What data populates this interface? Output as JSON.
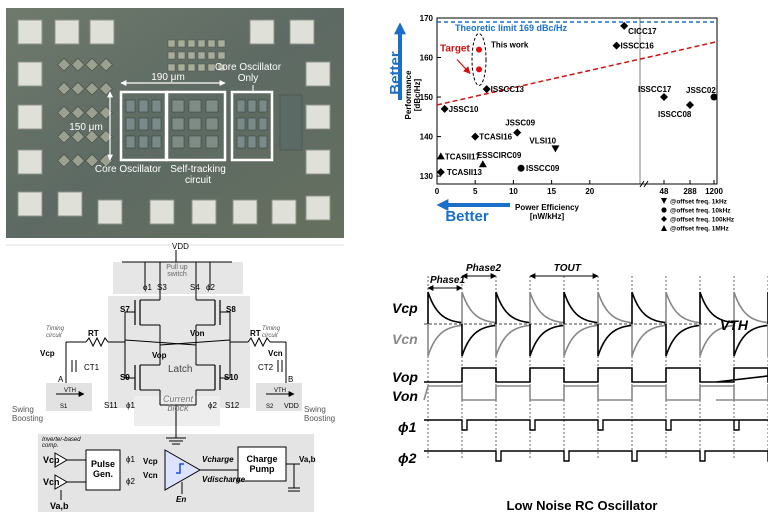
{
  "caption": "Low Noise RC Oscillator",
  "die_photo": {
    "dim_width": "190 μm",
    "dim_height": "150 μm",
    "label_core_only": "Core Oscillator\nOnly",
    "label_core": "Core Oscillator",
    "label_tracking": "Self-tracking\ncircuit"
  },
  "chart_data": {
    "type": "scatter",
    "ylabel": "Performance\n[dBc/Hz]",
    "xlabel": "Power Efficiency\n[nW/kHz]",
    "y_ticks": [
      "130",
      "140",
      "150",
      "160",
      "170"
    ],
    "x_ticks": [
      "0",
      "5",
      "10",
      "15",
      "20",
      "48",
      "288",
      "1200"
    ],
    "ylim": [
      128,
      170
    ],
    "limit_line": {
      "value": 169,
      "label": "Theoretic limit 169 dBc/Hz"
    },
    "better_y": "Better",
    "better_x": "Better",
    "target_label": "Target",
    "this_work_label": "This work",
    "points": [
      {
        "label": "CICC17",
        "x": 24.5,
        "y": 168,
        "marker": "diamond"
      },
      {
        "label": "ISSCC16",
        "x": 23.5,
        "y": 163,
        "marker": "diamond"
      },
      {
        "label": "ISSCC17",
        "x": 48,
        "y": 150,
        "marker": "diamond"
      },
      {
        "label": "JSSC02",
        "x": 1200,
        "y": 150,
        "marker": "circle"
      },
      {
        "label": "ISSCC08",
        "x": 288,
        "y": 148,
        "marker": "diamond"
      },
      {
        "label": "ISSCC13",
        "x": 6.5,
        "y": 152,
        "marker": "diamond"
      },
      {
        "label": "JSSC10",
        "x": 1,
        "y": 147,
        "marker": "diamond"
      },
      {
        "label": "JSSC09",
        "x": 10.5,
        "y": 141,
        "marker": "diamond"
      },
      {
        "label": "TCASI16",
        "x": 5,
        "y": 140,
        "marker": "diamond"
      },
      {
        "label": "VLSI10",
        "x": 15.5,
        "y": 137,
        "marker": "triangle-down"
      },
      {
        "label": "TCASII17",
        "x": 0.5,
        "y": 135,
        "marker": "triangle-up"
      },
      {
        "label": "ESSCIRC09",
        "x": 6,
        "y": 133,
        "marker": "triangle-up"
      },
      {
        "label": "ISSCC09",
        "x": 11,
        "y": 132,
        "marker": "circle"
      },
      {
        "label": "TCASII13",
        "x": 0.5,
        "y": 131,
        "marker": "diamond"
      }
    ],
    "this_work_points": [
      {
        "x": 5.5,
        "y": 162
      },
      {
        "x": 5.5,
        "y": 157
      }
    ],
    "legend": [
      {
        "marker": "triangle-down",
        "text": "@offset freq. 1kHz"
      },
      {
        "marker": "circle",
        "text": "@offset freq. 10kHz"
      },
      {
        "marker": "diamond",
        "text": "@offset freq. 100kHz"
      },
      {
        "marker": "triangle-up",
        "text": "@offset freq. 1MHz"
      }
    ]
  },
  "schematic": {
    "vdd_top": "VDD",
    "pull_up_switch": "Pull up\nswitch",
    "phi1": "ϕ1",
    "phi2": "ϕ2",
    "s3": "S3",
    "s4": "S4",
    "s7": "S7",
    "s8": "S8",
    "s9": "S9",
    "s10": "S10",
    "s11": "S11",
    "s12": "S12",
    "s1": "S1",
    "s2": "S2",
    "vop": "Vop",
    "von": "Von",
    "latch": "Latch",
    "current_block": "Current\nblock",
    "timing_circuit": "Timing\ncircuit",
    "rt": "RT",
    "ct1": "CT1",
    "ct2": "CT2",
    "vcp": "Vcp",
    "vcn": "Vcn",
    "node_a": "A",
    "node_b": "B",
    "vdd_bottom": "VDD",
    "vth": "VTH",
    "swing_boosting": "Swing\nBoosting",
    "inverter_comp": "Inverter-based\ncomp.",
    "pulse_gen": "Pulse\nGen.",
    "charge_pump": "Charge\nPump",
    "vcharge": "Vcharge",
    "vdischarge": "Vdischarge",
    "en": "En",
    "vab": "Va,b",
    "vab_out": "Va,b"
  },
  "waveform": {
    "phase1": "Phase1",
    "phase2": "Phase2",
    "tout": "TOUT",
    "vcp": "Vcp",
    "vcn": "Vcn",
    "vth": "VTH",
    "vop": "Vop",
    "von": "Von",
    "phi1": "ϕ1",
    "phi2": "ϕ2"
  }
}
